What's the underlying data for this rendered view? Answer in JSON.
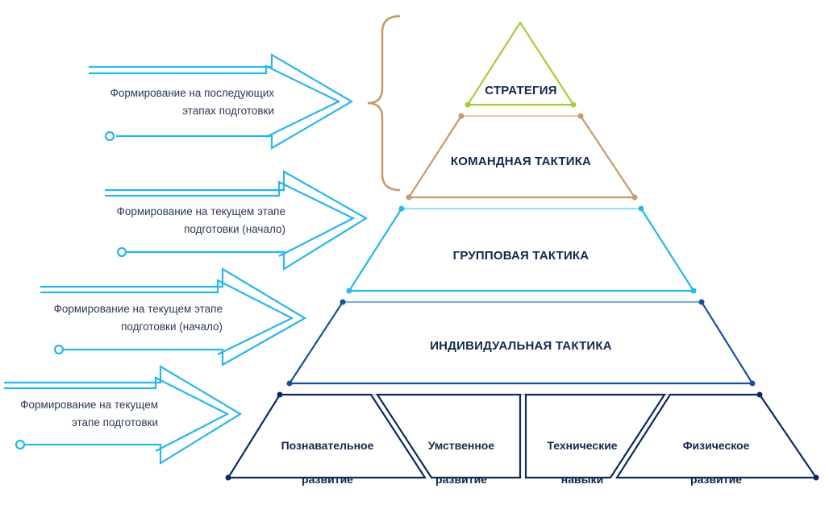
{
  "colors": {
    "arrow": "#29b6e8",
    "strategy": "#a3cc3a",
    "team": "#c49a6c",
    "group": "#29b6e8",
    "individual": "#1a4f9c",
    "base": "#0d2a5c",
    "text_dark": "#13294b",
    "text_label": "#2b3a55"
  },
  "arrows": [
    {
      "label_line1": "Формирование на последующих",
      "label_line2": "этапах подготовки"
    },
    {
      "label_line1": "Формирование на текущем этапе",
      "label_line2": "подготовки (начало)"
    },
    {
      "label_line1": "Формирование на текущем этапе",
      "label_line2": "подготовки (начало)"
    },
    {
      "label_line1": "Формирование на текущем",
      "label_line2": "этапе подготовки"
    }
  ],
  "pyramid": {
    "tiers": [
      {
        "label": "СТРАТЕГИЯ"
      },
      {
        "label": "КОМАНДНАЯ ТАКТИКА"
      },
      {
        "label": "ГРУППОВАЯ ТАКТИКА"
      },
      {
        "label": "ИНДИВИДУАЛЬНАЯ ТАКТИКА"
      }
    ],
    "base": [
      {
        "line1": "Познавательное",
        "line2": "развитие"
      },
      {
        "line1": "Умственное",
        "line2": "развитие"
      },
      {
        "line1": "Технические",
        "line2": "навыки"
      },
      {
        "line1": "Физическое",
        "line2": "развитие"
      }
    ]
  }
}
